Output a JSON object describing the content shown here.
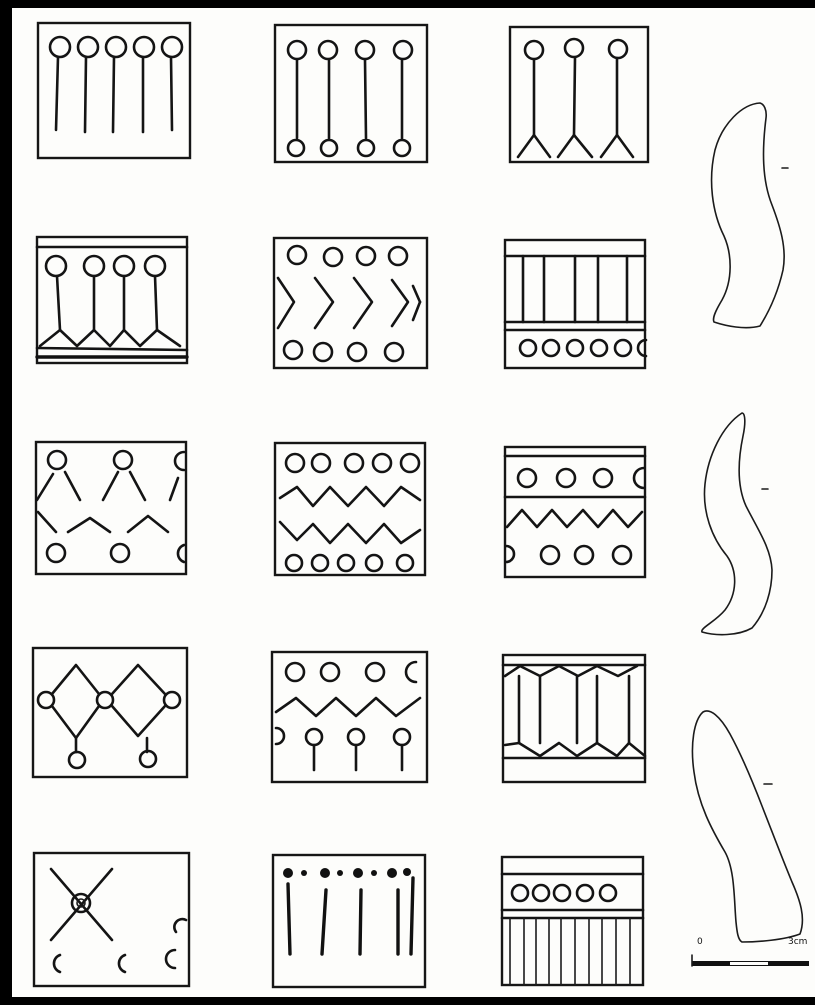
{
  "plate": {
    "background_color": "#fdfdfb",
    "ink_color": "#141414",
    "border_color": "#000000",
    "motif_rows": 5,
    "motif_columns": 3,
    "rim_profiles": 3
  },
  "scale_bar": {
    "start_label": "0",
    "end_label": "3cm"
  }
}
